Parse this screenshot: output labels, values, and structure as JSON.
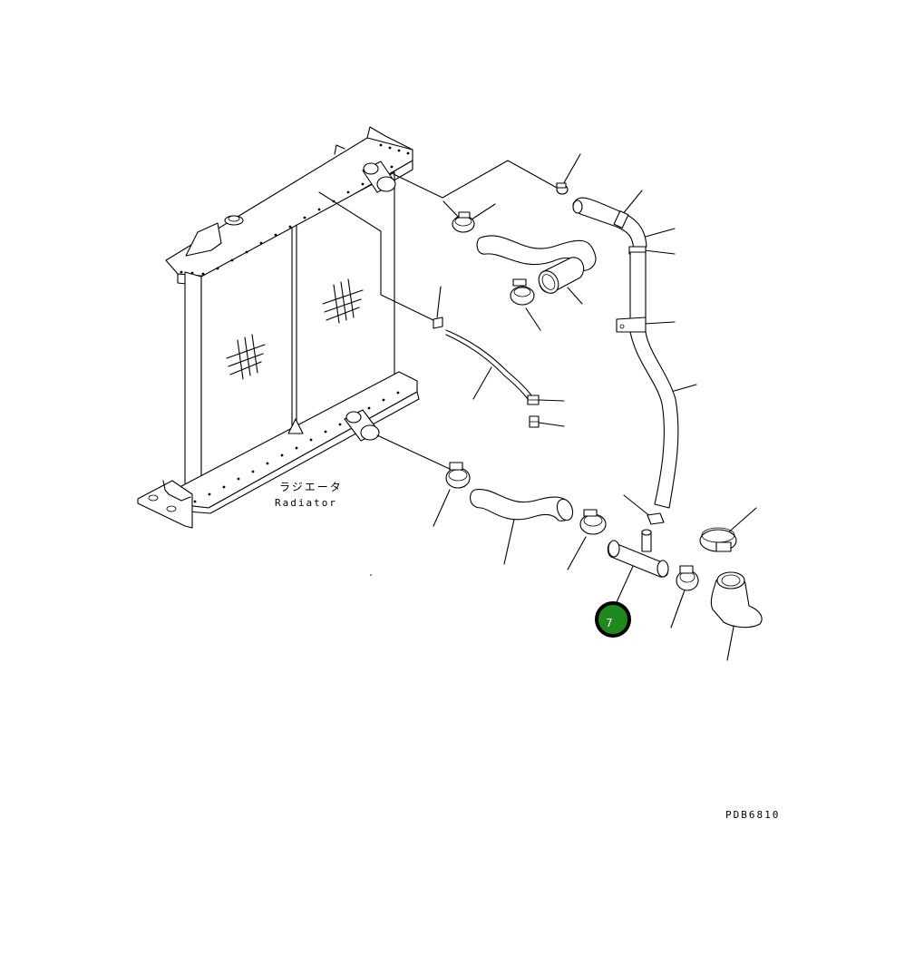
{
  "labels": {
    "radiator_jp": "ラジエータ",
    "radiator_en": "Radiator",
    "drawing_code": "PDB6810"
  },
  "callout": {
    "number": "7",
    "color": "#1e8a1e",
    "border_color": "#000000"
  }
}
